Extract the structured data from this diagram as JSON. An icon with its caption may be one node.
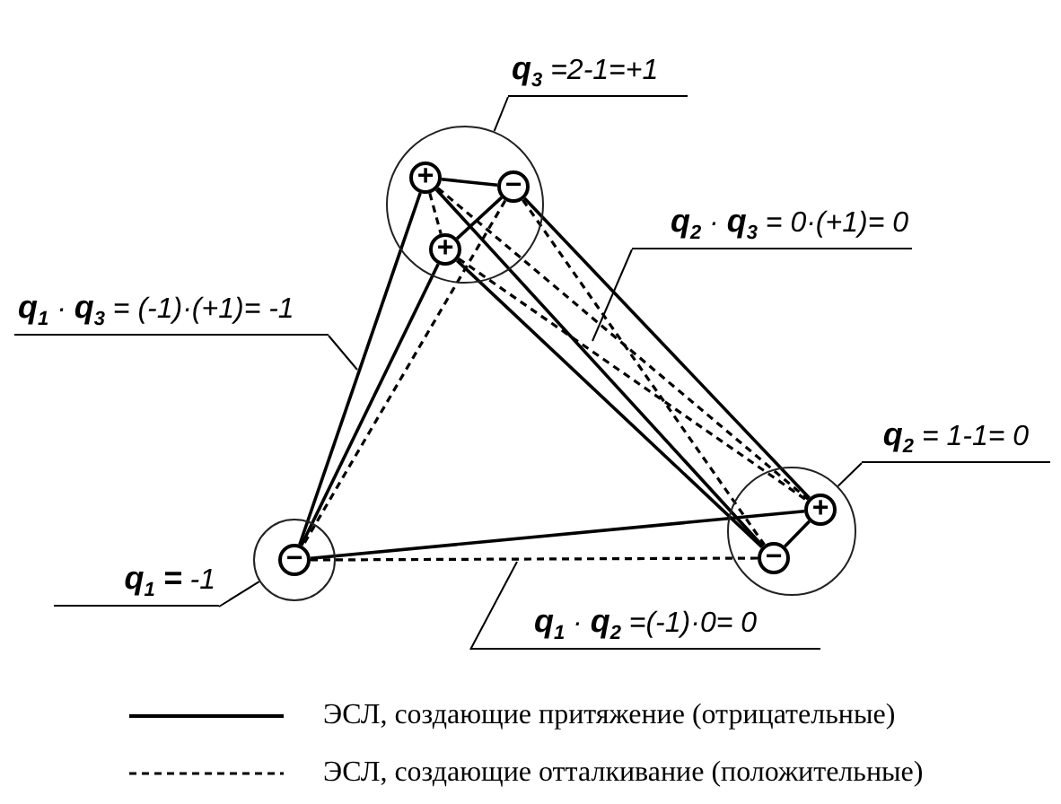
{
  "diagram": {
    "nodes": [
      {
        "text": [],
        "shape": "circle"
      },
      {
        "text": [
          "+"
        ],
        "in": 0
      },
      {
        "text": [
          "−"
        ],
        "in": 0
      },
      {
        "text": [
          "+"
        ],
        "in": 0
      },
      {
        "text": [],
        "shape": "circle"
      },
      {
        "text": [
          "−"
        ],
        "in": 4
      },
      {
        "text": [],
        "shape": "circle"
      },
      {
        "text": [
          "+"
        ],
        "in": 6
      },
      {
        "text": [
          "−"
        ],
        "in": 6
      },
      {
        "text": [
          "**q**$_{3}$ =2-1=+1"
        ]
      },
      {
        "text": [
          "**q**$_{2}$ · **q**$_{3}$ = 0·(+1)= 0"
        ]
      },
      {
        "text": [
          "**q**$_{1}$ · **q**$_{3}$ = (-1)·(+1)= -1"
        ]
      },
      {
        "text": [
          "**q**$_{2}$ = 1-1= 0"
        ]
      },
      {
        "text": [
          "**q**$_{1}$ **=** -1"
        ]
      },
      {
        "text": [
          "**q**$_{1}$ · **q**$_{2}$ =(-1)·0= 0"
        ]
      }
    ],
    "edges": [
      {
        "from": 1,
        "to": 2,
        "arrow": "none"
      },
      {
        "from": 1,
        "to": 3,
        "arrow": "none",
        "style": "dashed"
      },
      {
        "from": 2,
        "to": 3,
        "arrow": "none"
      },
      {
        "from": 1,
        "to": 5,
        "arrow": "none"
      },
      {
        "from": 2,
        "to": 5,
        "arrow": "none",
        "style": "dashed"
      },
      {
        "from": 3,
        "to": 5,
        "arrow": "none"
      },
      {
        "from": 1,
        "to": 7,
        "arrow": "none",
        "style": "dashed"
      },
      {
        "from": 1,
        "to": 8,
        "arrow": "none"
      },
      {
        "from": 2,
        "to": 7,
        "arrow": "none"
      },
      {
        "from": 2,
        "to": 8,
        "arrow": "none",
        "style": "dashed"
      },
      {
        "from": 3,
        "to": 7,
        "arrow": "none",
        "style": "dashed"
      },
      {
        "from": 3,
        "to": 8,
        "arrow": "none"
      },
      {
        "from": 5,
        "to": 7,
        "arrow": "none"
      },
      {
        "from": 5,
        "to": 8,
        "arrow": "none",
        "style": "dashed"
      },
      {
        "from": 7,
        "to": 8,
        "arrow": "none"
      },
      {
        "from": 9,
        "to": 0,
        "arrow": "none"
      },
      {
        "from": 10,
        "to": null,
        "arrow": "none"
      },
      {
        "from": 11,
        "to": null,
        "arrow": "none"
      },
      {
        "from": 12,
        "to": 6,
        "arrow": "none"
      },
      {
        "from": 13,
        "to": 4,
        "arrow": "none"
      },
      {
        "from": 14,
        "to": null,
        "arrow": "none"
      }
    ],
    "legend": [
      {
        "text": "ЭСЛ, создающие притяжение (отрицательные)"
      },
      {
        "text": "ЭСЛ, создающие отталкивание (положительные)"
      }
    ]
  }
}
